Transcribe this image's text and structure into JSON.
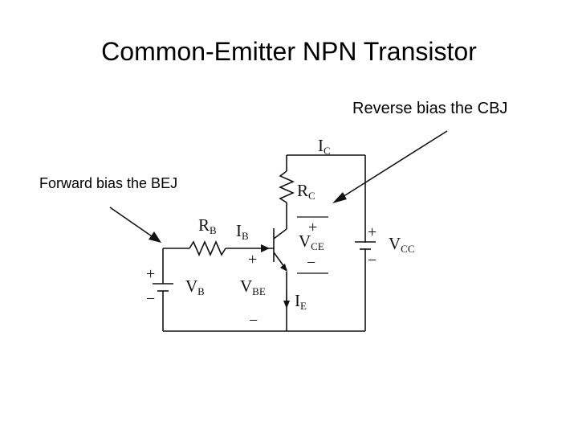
{
  "slide": {
    "title": "Common-Emitter NPN Transistor",
    "callout_cbj": "Reverse bias the CBJ",
    "callout_bej": "Forward bias the BEJ"
  },
  "circuit": {
    "labels": {
      "ic": {
        "main": "I",
        "sub": "C"
      },
      "rc": {
        "main": "R",
        "sub": "C"
      },
      "rb": {
        "main": "R",
        "sub": "B"
      },
      "ib": {
        "main": "I",
        "sub": "B"
      },
      "vce": {
        "main": "V",
        "sub": "CE"
      },
      "vcc": {
        "main": "V",
        "sub": "CC"
      },
      "vb": {
        "main": "V",
        "sub": "B"
      },
      "vbe": {
        "main": "V",
        "sub": "BE"
      },
      "ie": {
        "main": "I",
        "sub": "E"
      }
    },
    "signs": {
      "plus": "+",
      "minus": "−"
    }
  }
}
